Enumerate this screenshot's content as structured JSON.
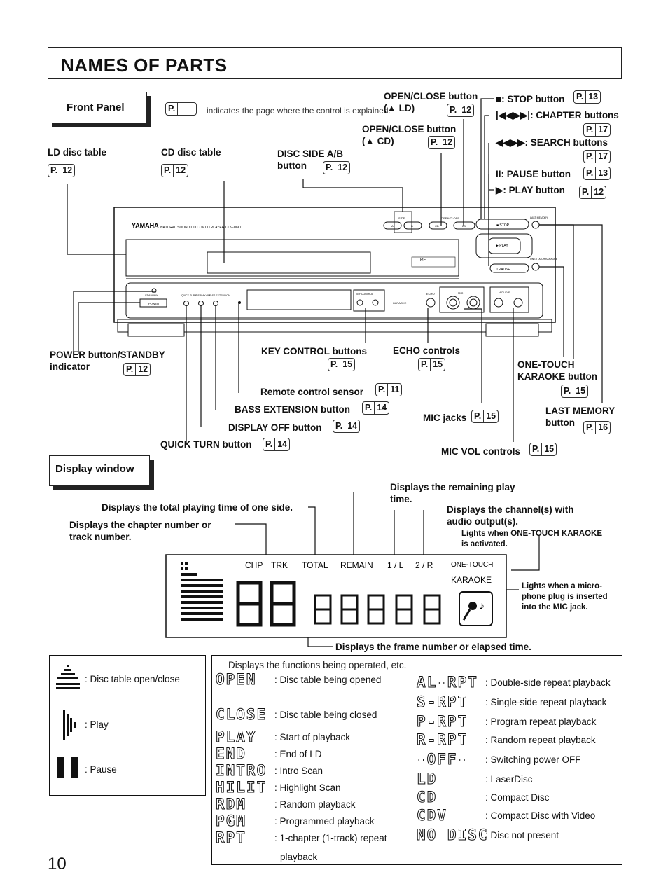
{
  "title": "NAMES OF PARTS",
  "page_number": "10",
  "front_panel": {
    "heading": "Front Panel",
    "pref_note": "indicates the page where the control is explained.",
    "pref_prefix": "P.",
    "ld_disc_table": "LD disc table",
    "cd_disc_table": "CD disc table",
    "disc_side_ab": "DISC SIDE A/B",
    "disc_side_ab_2": "button",
    "open_close_ld": "OPEN/CLOSE button",
    "open_close_ld_2": "(▲ LD)",
    "open_close_cd": "OPEN/CLOSE button",
    "open_close_cd_2": "(▲ CD)",
    "stop": "■: STOP button",
    "chapter": "|◀◀▶▶|: CHAPTER buttons",
    "search": "◀◀▶▶: SEARCH buttons",
    "pause": "II: PAUSE button",
    "play": "▶: PLAY button",
    "power": "POWER button/STANDBY",
    "power_2": "indicator",
    "key_control": "KEY CONTROL buttons",
    "echo": "ECHO controls",
    "one_touch": "ONE-TOUCH",
    "one_touch_2": "KARAOKE button",
    "remote_sensor": "Remote control sensor",
    "bass_ext": "BASS EXTENSION button",
    "display_off": "DISPLAY OFF button",
    "quick_turn": "QUICK TURN button",
    "mic_jacks": "MIC jacks",
    "mic_vol": "MIC VOL controls",
    "last_memory": "LAST MEMORY",
    "last_memory_2": "button",
    "pages": {
      "ld": "12",
      "cd": "12",
      "disc_side": "12",
      "open_ld": "12",
      "open_cd": "12",
      "stop": "13",
      "chapter": "17",
      "search": "17",
      "pause": "13",
      "play": "12",
      "power": "12",
      "key": "15",
      "echo": "15",
      "one_touch": "15",
      "remote": "11",
      "bass": "14",
      "display_off": "14",
      "quick_turn": "14",
      "mic_jacks": "15",
      "mic_vol": "15",
      "last_memory": "16"
    }
  },
  "device": {
    "brand": "YAMAHA",
    "model_line": "NATURAL SOUND   CD CDV LD PLAYER   CDV-W901",
    "stop": "■ STOP",
    "play": "▶ PLAY",
    "pause": "II PAUSE",
    "side": "SIDE",
    "side_a": "A",
    "side_b": "B",
    "open_close": "OPEN/CLOSE",
    "cd": "CD",
    "ld": "LD",
    "standby": "STANDBY",
    "power": "POWER",
    "quick_turn": "QUICK TURN",
    "display_off": "DISPLAY OFF",
    "bass_ext": "BASS EXTENSION",
    "key_control": "KEY CONTROL",
    "karaoke": "KARAOKE",
    "echo": "ECHO",
    "mic": "MIC",
    "mic_level": "MIC LEVEL",
    "last_memory": "LAST MEMORY",
    "one_touch_karaoke": "ONE-TOUCH KARAOKE",
    "rf": "RF"
  },
  "display_window": {
    "heading": "Display window",
    "remaining": "Displays the remaining play",
    "remaining_2": "time.",
    "total_time": "Displays the total playing time of one side.",
    "channels": "Displays the channel(s) with",
    "channels_2": "audio output(s).",
    "chapter_track": "Displays the chapter number or",
    "chapter_track_2": "track number.",
    "lights_karaoke": "Lights when ONE-TOUCH KARAOKE",
    "lights_karaoke_2": "is activated.",
    "lights_mic": "Lights when a micro-",
    "lights_mic_2": "phone plug is inserted",
    "lights_mic_3": "into the MIC jack.",
    "frame_number": "Displays the frame number or elapsed time.",
    "lcd_chp": "CHP",
    "lcd_trk": "TRK",
    "lcd_total": "TOTAL",
    "lcd_remain": "REMAIN",
    "lcd_1l": "1 / L",
    "lcd_2r": "2 / R",
    "lcd_one_touch": "ONE-TOUCH",
    "lcd_karaoke": "KARAOKE"
  },
  "legend_left": {
    "open_close": ": Disc table open/close",
    "play": ": Play",
    "pause": ": Pause"
  },
  "legend_right": {
    "intro": "Displays the functions being operated, etc.",
    "items_left": [
      {
        "seg": "OPEN",
        "text": ": Disc table being opened"
      },
      {
        "seg": "CLOSE",
        "text": ": Disc table being closed"
      },
      {
        "seg": "PLAY",
        "text": ": Start of playback"
      },
      {
        "seg": "END",
        "text": ": End of LD"
      },
      {
        "seg": "INTRO",
        "text": ": Intro Scan"
      },
      {
        "seg": "HILIT",
        "text": ": Highlight Scan"
      },
      {
        "seg": "RDM",
        "text": ": Random playback"
      },
      {
        "seg": "PGM",
        "text": ": Programmed playback"
      },
      {
        "seg": "RPT",
        "text": ": 1-chapter (1-track) repeat"
      }
    ],
    "rpt_cont": "playback",
    "items_right": [
      {
        "seg": "AL-RPT",
        "text": ": Double-side repeat playback"
      },
      {
        "seg": "S-RPT",
        "text": ": Single-side repeat playback"
      },
      {
        "seg": "P-RPT",
        "text": ": Program repeat playback"
      },
      {
        "seg": "R-RPT",
        "text": ": Random repeat playback"
      },
      {
        "seg": "-OFF-",
        "text": ": Switching power OFF"
      },
      {
        "seg": "LD",
        "text": ": LaserDisc"
      },
      {
        "seg": "CD",
        "text": ": Compact Disc"
      },
      {
        "seg": "CDV",
        "text": ": Compact Disc with Video"
      },
      {
        "seg": "NO DISC",
        "text": ": Disc not present"
      }
    ]
  }
}
